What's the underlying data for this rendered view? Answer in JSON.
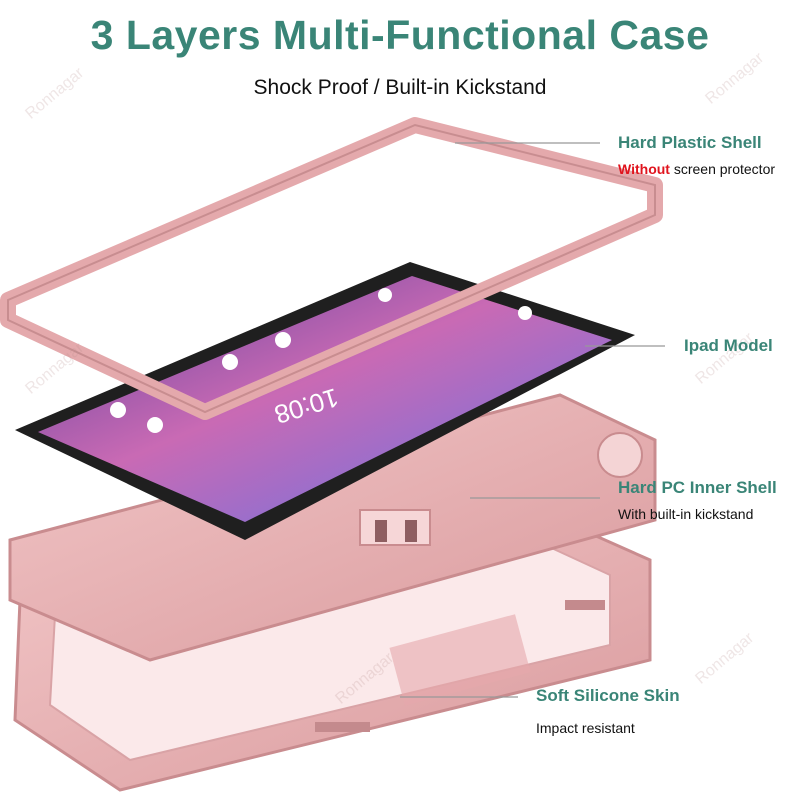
{
  "header": {
    "title": "3 Layers Multi-Functional Case",
    "subtitle": "Shock Proof / Built-in Kickstand"
  },
  "layers": [
    {
      "name": "Hard Plastic Shell",
      "note_emphasis": "Without",
      "note": " screen protector"
    },
    {
      "name": "Ipad Model",
      "note_emphasis": "",
      "note": ""
    },
    {
      "name": "Hard PC Inner Shell",
      "note_emphasis": "",
      "note": "With built-in kickstand"
    },
    {
      "name": "Soft Silicone Skin",
      "note_emphasis": "",
      "note": "Impact resistant"
    }
  ],
  "tablet_screen": {
    "clock": "10:08"
  },
  "watermark": "Ronnagar",
  "colors": {
    "heading_teal": "#3a8577",
    "accent_red": "#e0141e",
    "case_pink": "#e7aeb0",
    "case_pink_dark": "#c98c8f",
    "tablet_bezel": "#222222"
  },
  "icons": [
    "google-photos-icon",
    "chrome-icon",
    "play-store-icon",
    "google-icon",
    "meet-icon"
  ]
}
